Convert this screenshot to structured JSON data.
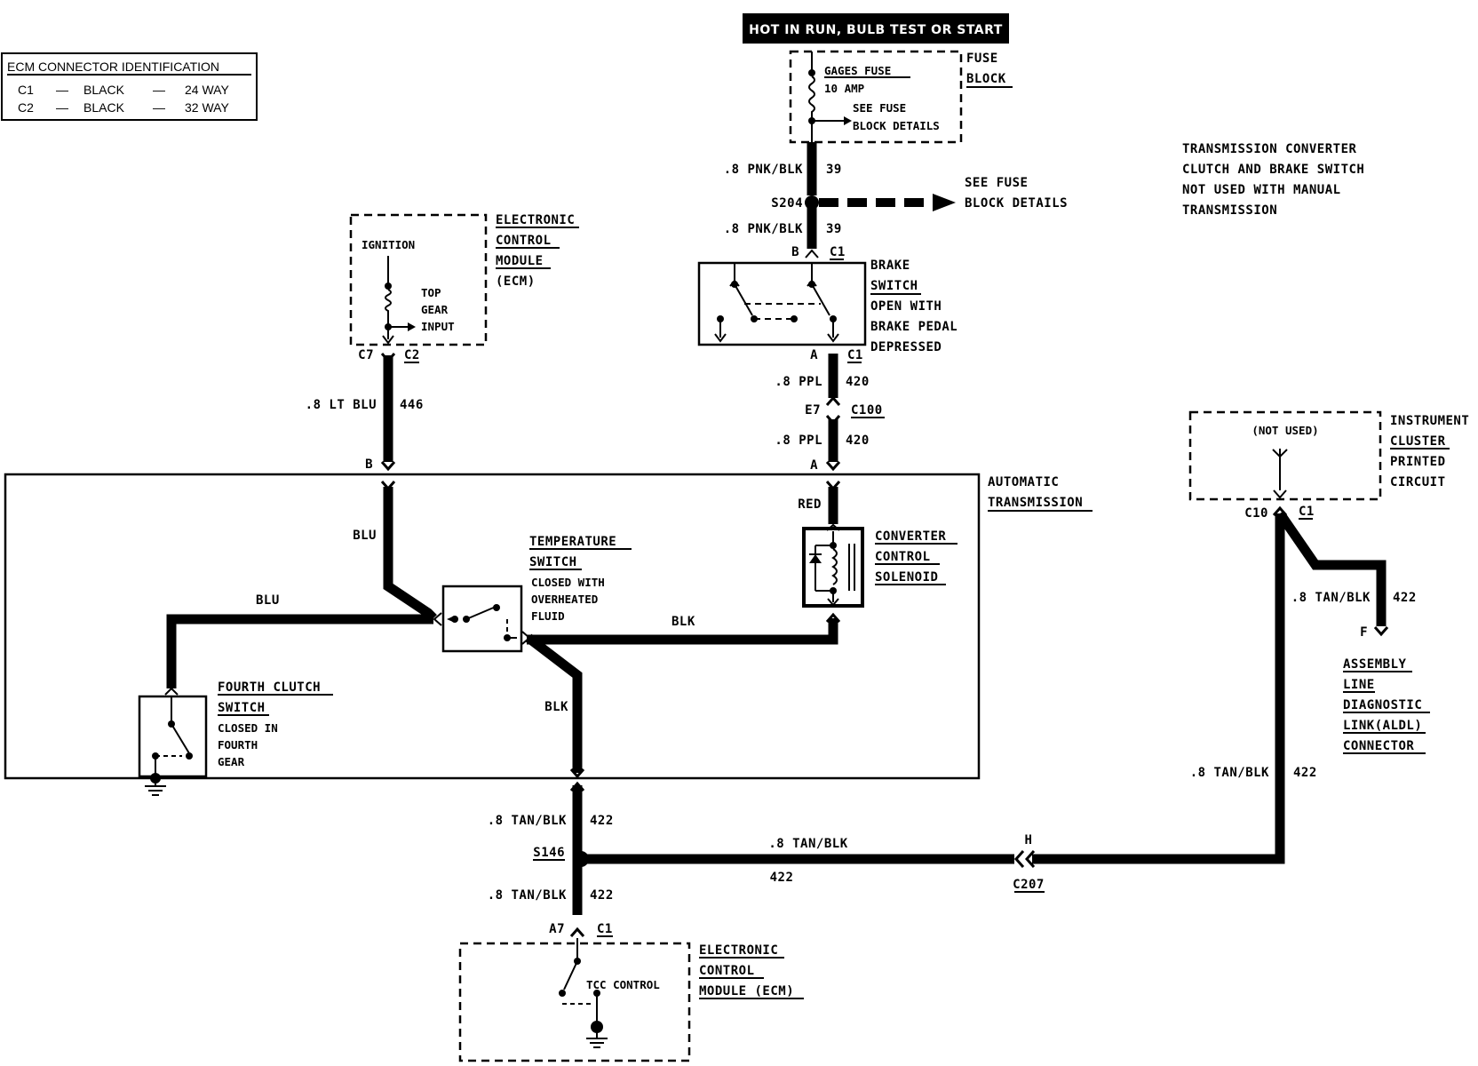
{
  "header": "HOT IN RUN, BULB TEST OR START",
  "legend": {
    "title": "ECM CONNECTOR IDENTIFICATION",
    "rows": [
      {
        "id": "C1",
        "dash1": "—",
        "color": "BLACK",
        "dash2": "—",
        "ways": "24 WAY"
      },
      {
        "id": "C2",
        "dash1": "—",
        "color": "BLACK",
        "dash2": "—",
        "ways": "32 WAY"
      }
    ]
  },
  "note": [
    "TRANSMISSION CONVERTER",
    "CLUTCH AND BRAKE SWITCH",
    "NOT USED WITH MANUAL",
    "TRANSMISSION"
  ],
  "fuse": {
    "block_label": [
      "FUSE",
      "BLOCK"
    ],
    "name": "GAGES FUSE",
    "rating": "10 AMP",
    "see": [
      "SEE FUSE",
      "BLOCK DETAILS"
    ],
    "splice_ref": [
      "SEE FUSE",
      "BLOCK DETAILS"
    ]
  },
  "ecm_top": {
    "label": [
      "ELECTRONIC",
      "CONTROL",
      "MODULE",
      "(ECM)"
    ],
    "ignition": "IGNITION",
    "input": [
      "TOP",
      "GEAR",
      "INPUT"
    ],
    "pin": "C7",
    "conn": "C2"
  },
  "brake": {
    "label": [
      "BRAKE",
      "SWITCH",
      "OPEN WITH",
      "BRAKE PEDAL",
      "DEPRESSED"
    ],
    "pin_top": "B",
    "conn_top": "C1",
    "pin_bot": "A",
    "conn_bot": "C1"
  },
  "wires": {
    "pnk_gauge": ".8 PNK/BLK",
    "pnk_circ": "39",
    "splice_s204": "S204",
    "ppl_gauge": ".8 PPL",
    "ppl_circ": "420",
    "c100_pin": "E7",
    "c100": "C100",
    "trans_pin_a": "A",
    "ltblu_gauge": ".8 LT BLU",
    "ltblu_circ": "446",
    "trans_pin_b": "B",
    "tan_gauge": ".8 TAN/BLK",
    "tan_circ": "422",
    "splice_s146": "S146",
    "c207_pin": "H",
    "c207": "C207",
    "ecm_pin": "A7",
    "ecm_conn": "C1",
    "ic_pin": "C10",
    "ic_conn": "C1",
    "aldl_pin": "F"
  },
  "trans": {
    "label": [
      "AUTOMATIC",
      "TRANSMISSION"
    ],
    "blu": "BLU",
    "blk": "BLK",
    "red": "RED",
    "temp_label": [
      "TEMPERATURE",
      "SWITCH"
    ],
    "temp_desc": [
      "CLOSED WITH",
      "OVERHEATED",
      "FLUID"
    ],
    "fourth_label": [
      "FOURTH CLUTCH",
      "SWITCH"
    ],
    "fourth_desc": [
      "CLOSED IN",
      "FOURTH",
      "GEAR"
    ],
    "solenoid_label": [
      "CONVERTER",
      "CONTROL",
      "SOLENOID"
    ]
  },
  "ecm_bottom": {
    "label": [
      "ELECTRONIC",
      "CONTROL",
      "MODULE (ECM)"
    ],
    "tcc": "TCC CONTROL"
  },
  "cluster": {
    "label": [
      "INSTRUMENT",
      "CLUSTER",
      "PRINTED",
      "CIRCUIT"
    ],
    "not_used": "(NOT USED)"
  },
  "aldl": {
    "label": [
      "ASSEMBLY",
      "LINE",
      "DIAGNOSTIC",
      "LINK(ALDL)",
      "CONNECTOR"
    ]
  }
}
